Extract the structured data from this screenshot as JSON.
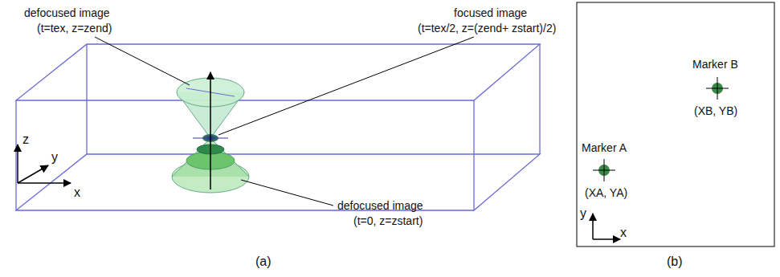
{
  "diagram": {
    "labels": [
      "defocused image",
      "(t=tex, z=zend)",
      "focused image",
      "(t=tex/2, z=(zend+ zstart)/2)",
      "defocused image",
      "(t=0, z=zstart)",
      "z",
      "y",
      "x",
      "(a)",
      "Marker A",
      "(XA, YA)",
      "Marker B",
      "(XB, YB)",
      "y",
      "x",
      "(b)"
    ]
  }
}
